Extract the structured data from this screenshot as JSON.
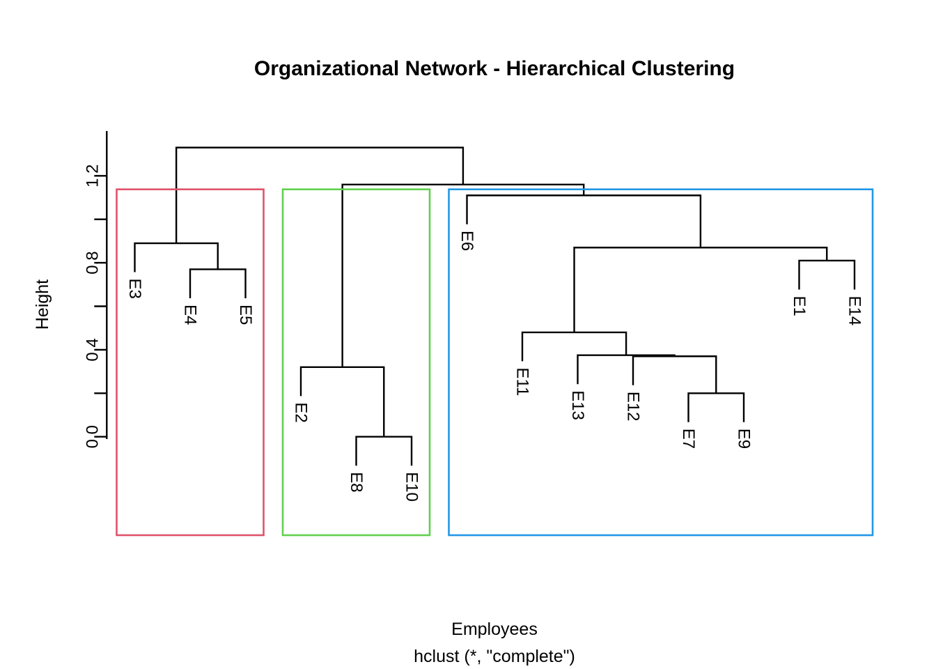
{
  "page": {
    "background": "#ffffff"
  },
  "chart_data": {
    "type": "dendrogram",
    "title": "Organizational Network - Hierarchical Clustering",
    "ylabel": "Height",
    "xlabel": "Employees",
    "caption": "hclust (*, \"complete\")",
    "clustering_method": "complete",
    "line_color": "#000000",
    "y_axis": {
      "min": 0.0,
      "max": 1.2,
      "ticks": [
        {
          "value": 0.0,
          "label": "0.0"
        },
        {
          "value": 0.2,
          "label": ""
        },
        {
          "value": 0.4,
          "label": "0.4"
        },
        {
          "value": 0.6,
          "label": ""
        },
        {
          "value": 0.8,
          "label": "0.8"
        },
        {
          "value": 1.0,
          "label": ""
        },
        {
          "value": 1.2,
          "label": "1.2"
        }
      ]
    },
    "leaf_order": [
      "E3",
      "E4",
      "E5",
      "E2",
      "E8",
      "E10",
      "E6",
      "E11",
      "E13",
      "E12",
      "E7",
      "E9",
      "E1",
      "E14"
    ],
    "hang": 0.1,
    "merges": [
      {
        "id": "n45",
        "children": [
          "E4",
          "E5"
        ],
        "height": 0.77
      },
      {
        "id": "n345",
        "children": [
          "E3",
          "n45"
        ],
        "height": 0.89
      },
      {
        "id": "n810",
        "children": [
          "E8",
          "E10"
        ],
        "height": 0.0
      },
      {
        "id": "n2810",
        "children": [
          "E2",
          "n810"
        ],
        "height": 0.32
      },
      {
        "id": "n79",
        "children": [
          "E7",
          "E9"
        ],
        "height": 0.2
      },
      {
        "id": "n1279",
        "children": [
          "E12",
          "n79"
        ],
        "height": 0.37
      },
      {
        "id": "n13x",
        "children": [
          "E13",
          "n1279"
        ],
        "height": 0.375
      },
      {
        "id": "n11x",
        "children": [
          "E11",
          "n13x"
        ],
        "height": 0.48
      },
      {
        "id": "n114",
        "children": [
          "E1",
          "E14"
        ],
        "height": 0.81
      },
      {
        "id": "nbig",
        "children": [
          "n11x",
          "n114"
        ],
        "height": 0.87
      },
      {
        "id": "n6big",
        "children": [
          "E6",
          "nbig"
        ],
        "height": 1.11
      },
      {
        "id": "ngb",
        "children": [
          "n2810",
          "n6big"
        ],
        "height": 1.16
      },
      {
        "id": "root",
        "children": [
          "n345",
          "ngb"
        ],
        "height": 1.33
      }
    ],
    "cluster_boxes": [
      {
        "name": "cluster-1",
        "first_leaf": "E3",
        "last_leaf": "E5",
        "color": "#DF536B"
      },
      {
        "name": "cluster-2",
        "first_leaf": "E2",
        "last_leaf": "E10",
        "color": "#61D04F"
      },
      {
        "name": "cluster-3",
        "first_leaf": "E6",
        "last_leaf": "E14",
        "color": "#2297E6"
      }
    ]
  }
}
